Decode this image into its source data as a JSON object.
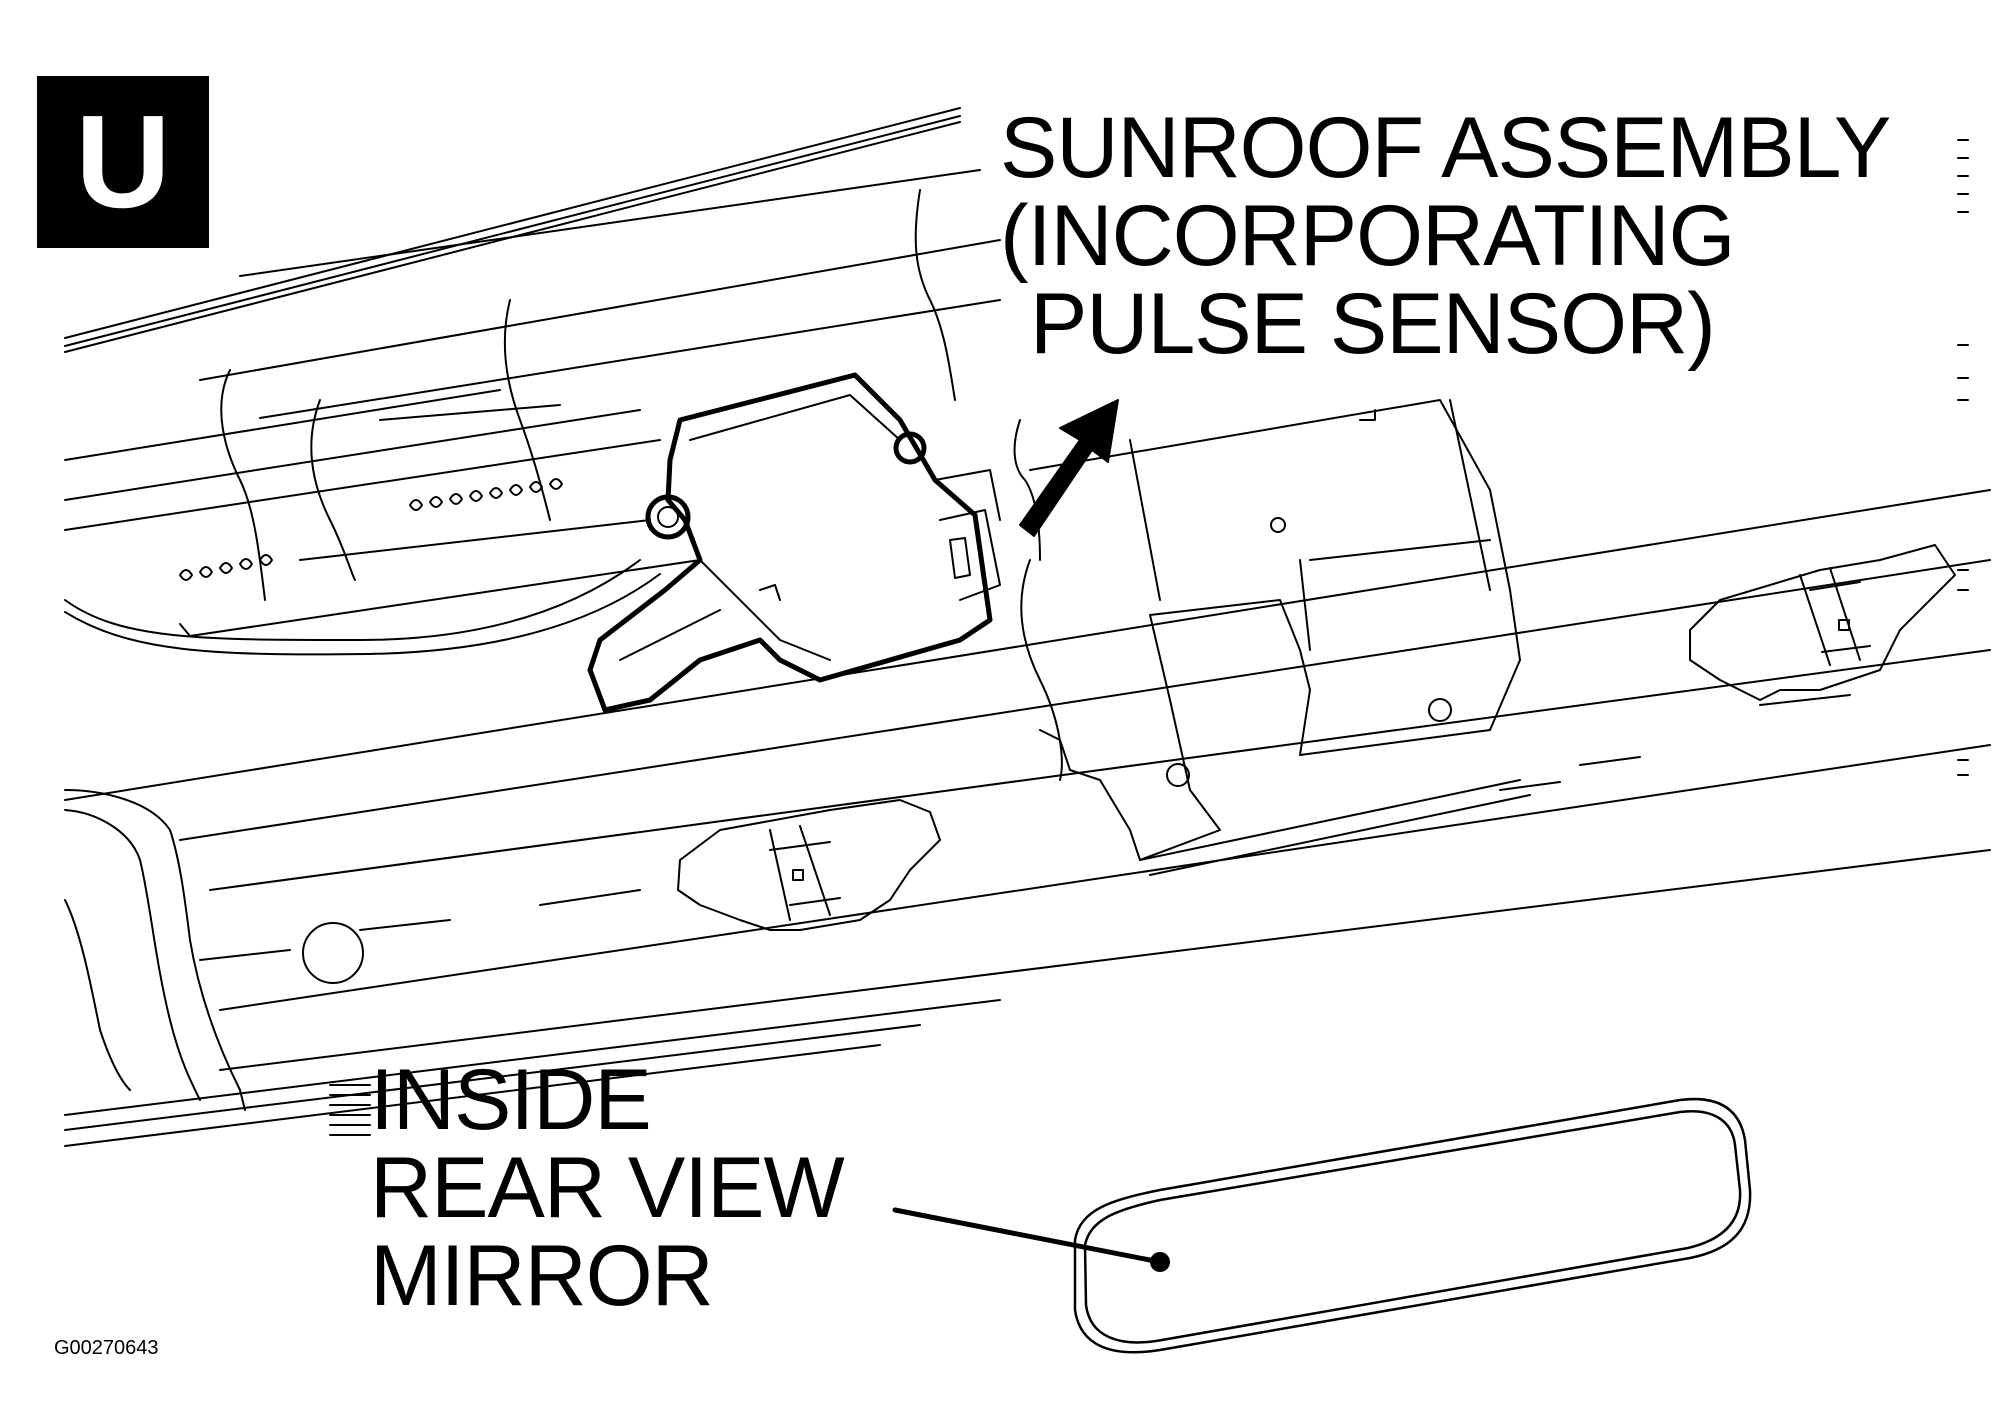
{
  "figure": {
    "badge_letter": "U",
    "figure_id": "G00270643"
  },
  "callouts": {
    "sunroof": {
      "line1": "SUNROOF ASSEMBLY",
      "line2": "(INCORPORATING",
      "line3": "PULSE SENSOR)"
    },
    "mirror": {
      "line1": "INSIDE",
      "line2": "REAR VIEW",
      "line3": "MIRROR"
    }
  }
}
